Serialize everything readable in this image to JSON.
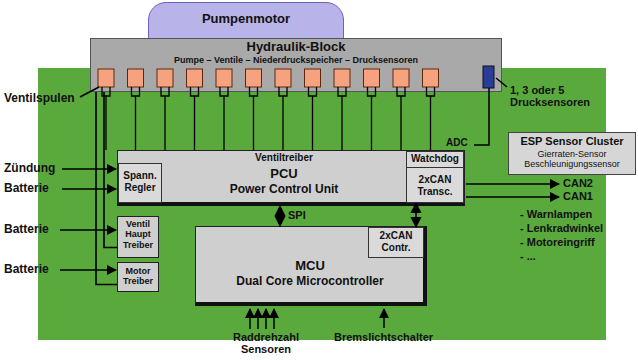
{
  "diagram": {
    "nodes": [
      {
        "text": [
          "Pumpenmotor"
        ]
      },
      {
        "text": [
          "Hydraulik-Block",
          "Pumpe – Ventile – Niederdruckspeicher – Drucksensoren"
        ]
      },
      {
        "text": [
          "Ventiltreiber",
          "PCU",
          "Power Control Unit"
        ]
      },
      {
        "text": [
          "Spann. Regler"
        ],
        "in": 2
      },
      {
        "text": [
          "Watchdog"
        ],
        "in": 2
      },
      {
        "text": [
          "2xCAN Transc."
        ],
        "in": 2
      },
      {
        "text": [
          "ESP Sensor Cluster",
          "Gierraten-Sensor Beschleunigungssensor"
        ]
      },
      {
        "text": [
          "Ventil Haupt Treiber"
        ]
      },
      {
        "text": [
          "Motor Treiber"
        ]
      },
      {
        "text": [
          "MCU",
          "Dual Core Microcontroller"
        ]
      },
      {
        "text": [
          "2xCAN Contr."
        ],
        "in": 9
      }
    ],
    "edges": [
      {
        "from": 2,
        "to": 9,
        "arrow": "both",
        "label": "SPI"
      },
      {
        "from": 5,
        "to": 10,
        "arrow": "both"
      },
      {
        "from": 7,
        "to": 1,
        "arrow": "none"
      },
      {
        "from": 8,
        "to": 1,
        "arrow": "none"
      }
    ],
    "labels": [
      "Ventilspulen",
      "1, 3 oder 5 Drucksensoren",
      "ADC",
      "Zündung",
      "Batterie",
      "Batterie",
      "Batterie",
      "CAN2",
      "CAN1",
      "- Warnlampen",
      "- Lenkradwinkel",
      "- Motoreingriff",
      "- ...",
      "Raddrehzahl Sensoren",
      "Bremslichtschalter"
    ]
  }
}
